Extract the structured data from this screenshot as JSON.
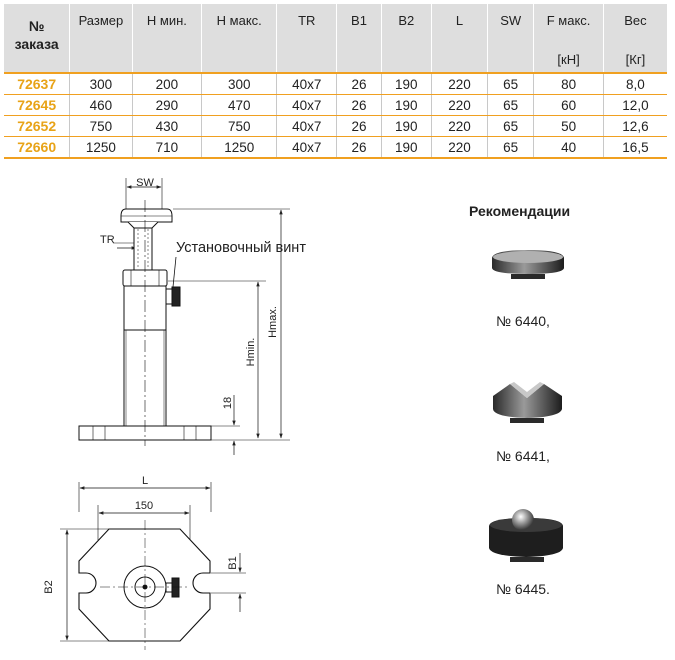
{
  "table": {
    "headers": [
      {
        "line1": "№",
        "line2": "заказа"
      },
      {
        "line1": "Размер",
        "line2": ""
      },
      {
        "line1": "H мин.",
        "line2": ""
      },
      {
        "line1": "H макс.",
        "line2": ""
      },
      {
        "line1": "TR",
        "line2": ""
      },
      {
        "line1": "B1",
        "line2": ""
      },
      {
        "line1": "B2",
        "line2": ""
      },
      {
        "line1": "L",
        "line2": ""
      },
      {
        "line1": "SW",
        "line2": ""
      },
      {
        "line1": "F макс.",
        "line2": "[кН]"
      },
      {
        "line1": "Вес",
        "line2": "[Кг]"
      }
    ],
    "rows": [
      [
        "72637",
        "300",
        "200",
        "300",
        "40x7",
        "26",
        "190",
        "220",
        "65",
        "80",
        "8,0"
      ],
      [
        "72645",
        "460",
        "290",
        "470",
        "40x7",
        "26",
        "190",
        "220",
        "65",
        "60",
        "12,0"
      ],
      [
        "72652",
        "750",
        "430",
        "750",
        "40x7",
        "26",
        "190",
        "220",
        "65",
        "50",
        "12,6"
      ],
      [
        "72660",
        "1250",
        "710",
        "1250",
        "40x7",
        "26",
        "190",
        "220",
        "65",
        "40",
        "16,5"
      ]
    ]
  },
  "drawing": {
    "callout": "Установочный винт",
    "dim_sw": "SW",
    "dim_tr": "TR",
    "dim_hmin": "Hmin.",
    "dim_hmax": "Hmax.",
    "dim_18": "18",
    "dim_l": "L",
    "dim_150": "150",
    "dim_b1": "B1",
    "dim_b2": "B2"
  },
  "recommendations": {
    "title": "Рекомендации",
    "items": [
      "№ 6440,",
      "№ 6441,",
      "№ 6445."
    ]
  }
}
